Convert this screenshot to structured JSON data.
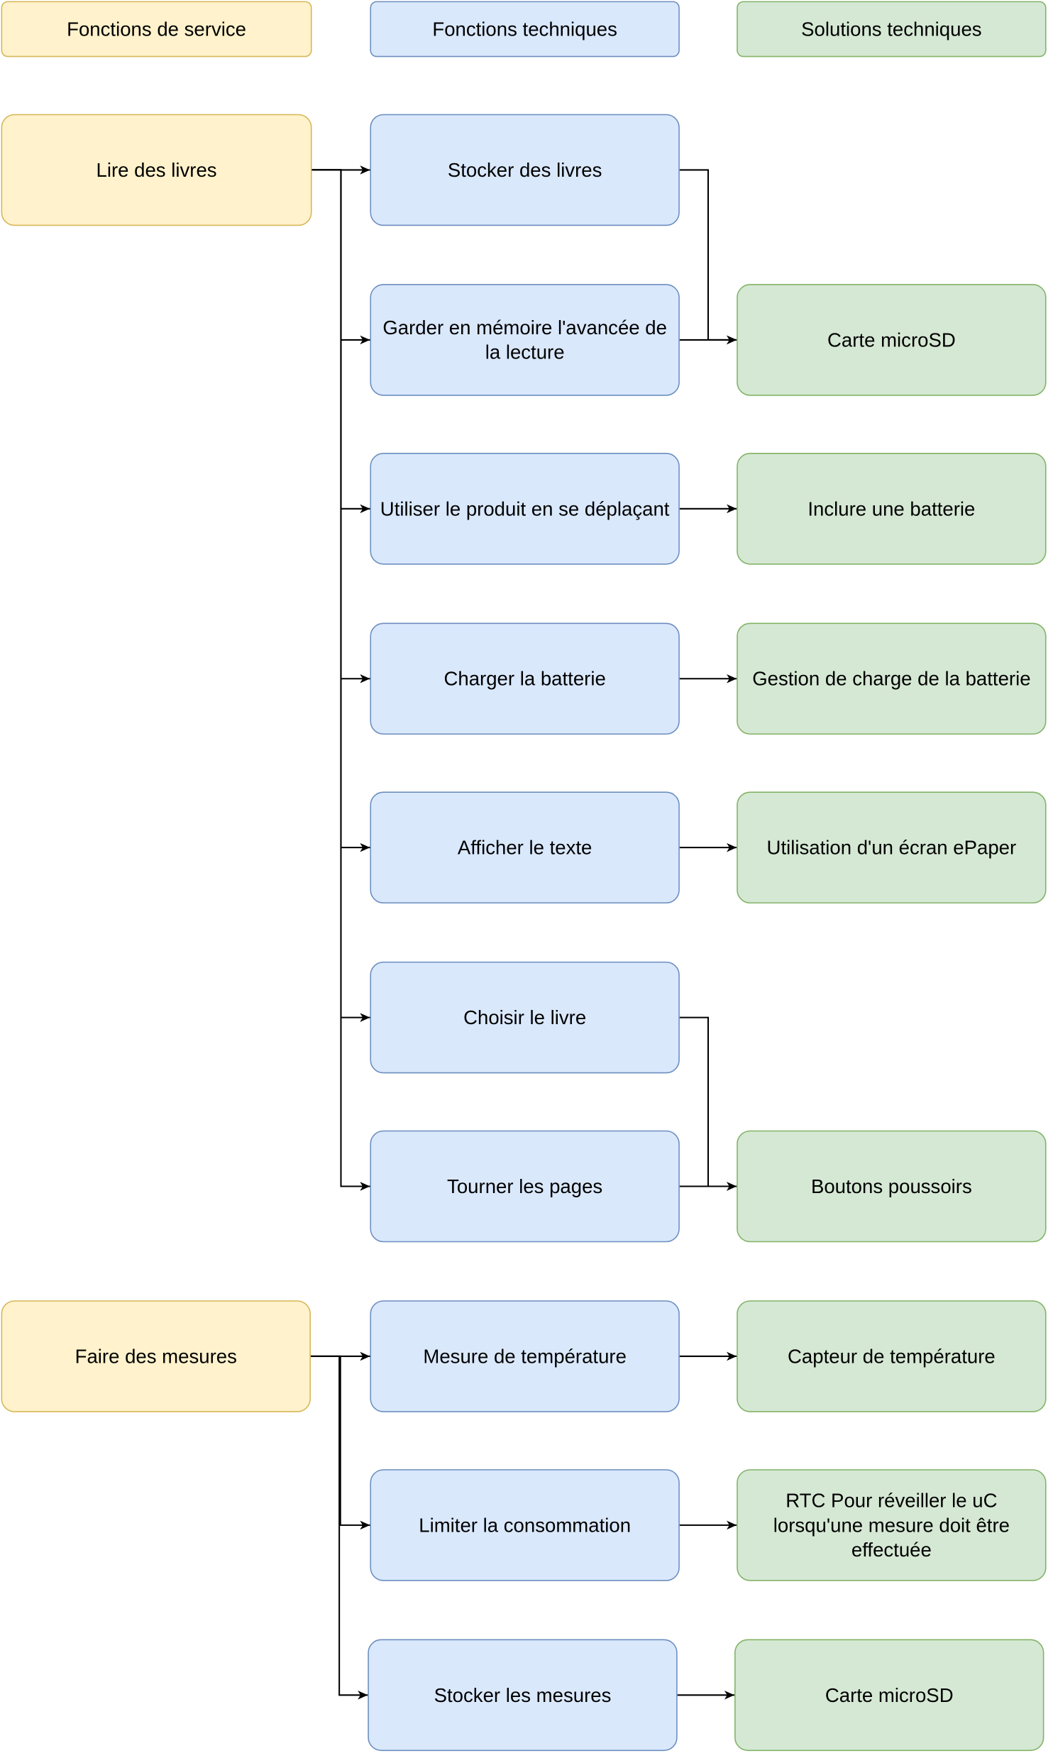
{
  "headers": {
    "service": "Fonctions de service",
    "technical": "Fonctions techniques",
    "solutions": "Solutions techniques"
  },
  "colors": {
    "service_fill": "#fff2cc",
    "service_stroke": "#d6b656",
    "technical_fill": "#dae8fc",
    "technical_stroke": "#6c8ebf",
    "solution_fill": "#d5e8d4",
    "solution_stroke": "#82b366",
    "connector": "#000000"
  },
  "service_functions": [
    {
      "id": "s1",
      "label": "Lire des livres"
    },
    {
      "id": "s2",
      "label": "Faire des mesures"
    }
  ],
  "technical_functions": [
    {
      "id": "t1",
      "label": "Stocker des livres"
    },
    {
      "id": "t2",
      "label": "Garder en mémoire l'avancée de la lecture"
    },
    {
      "id": "t3",
      "label": "Utiliser le produit en se déplaçant"
    },
    {
      "id": "t4",
      "label": "Charger la batterie"
    },
    {
      "id": "t5",
      "label": "Afficher le texte"
    },
    {
      "id": "t6",
      "label": "Choisir le livre"
    },
    {
      "id": "t7",
      "label": "Tourner les pages"
    },
    {
      "id": "t8",
      "label": "Mesure de température"
    },
    {
      "id": "t9",
      "label": "Limiter la consommation"
    },
    {
      "id": "t10",
      "label": "Stocker les mesures"
    }
  ],
  "technical_solutions": [
    {
      "id": "u1",
      "label": "Carte microSD"
    },
    {
      "id": "u2",
      "label": "Inclure une batterie"
    },
    {
      "id": "u3",
      "label": "Gestion de charge de la batterie"
    },
    {
      "id": "u4",
      "label": "Utilisation d'un écran ePaper"
    },
    {
      "id": "u5",
      "label": "Boutons poussoirs"
    },
    {
      "id": "u6",
      "label": "Capteur de température"
    },
    {
      "id": "u7",
      "label": "RTC Pour réveiller le uC lorsqu'une mesure doit être effectuée"
    },
    {
      "id": "u8",
      "label": "Carte microSD"
    }
  ],
  "links": [
    {
      "from": "s1",
      "to": "t1"
    },
    {
      "from": "s1",
      "to": "t2"
    },
    {
      "from": "s1",
      "to": "t3"
    },
    {
      "from": "s1",
      "to": "t4"
    },
    {
      "from": "s1",
      "to": "t5"
    },
    {
      "from": "s1",
      "to": "t6"
    },
    {
      "from": "s1",
      "to": "t7"
    },
    {
      "from": "t1",
      "to": "u1"
    },
    {
      "from": "t2",
      "to": "u1"
    },
    {
      "from": "t3",
      "to": "u2"
    },
    {
      "from": "t4",
      "to": "u3"
    },
    {
      "from": "t5",
      "to": "u4"
    },
    {
      "from": "t6",
      "to": "u5"
    },
    {
      "from": "t7",
      "to": "u5"
    },
    {
      "from": "s2",
      "to": "t8"
    },
    {
      "from": "s2",
      "to": "t9"
    },
    {
      "from": "s2",
      "to": "t10"
    },
    {
      "from": "t8",
      "to": "u6"
    },
    {
      "from": "t9",
      "to": "u7"
    },
    {
      "from": "t10",
      "to": "u8"
    }
  ]
}
